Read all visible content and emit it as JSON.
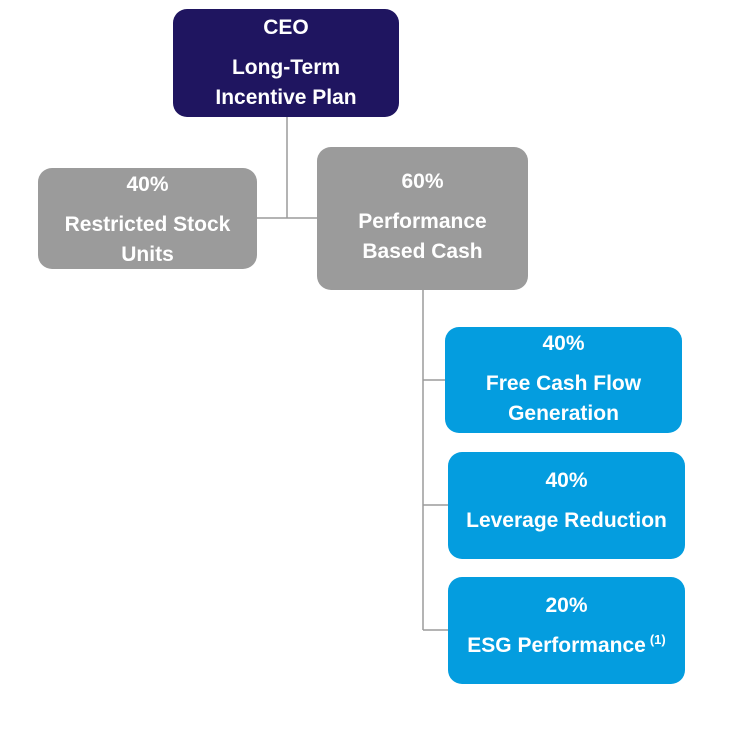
{
  "colors": {
    "ceo_box": "#1f1560",
    "gray_box": "#9b9b9b",
    "blue_box": "#049ddf",
    "connector": "#9b9b9b"
  },
  "nodes": {
    "ceo": {
      "line1": "CEO",
      "line2": "Long-Term",
      "line3": "Incentive Plan"
    },
    "rsu": {
      "percent": "40%",
      "line1": "Restricted Stock",
      "line2": "Units"
    },
    "pbc": {
      "percent": "60%",
      "line1": "Performance",
      "line2": "Based Cash"
    },
    "fcf": {
      "percent": "40%",
      "line1": "Free Cash Flow",
      "line2": "Generation"
    },
    "leverage": {
      "percent": "40%",
      "line1": "Leverage Reduction"
    },
    "esg": {
      "percent": "20%",
      "line1": "ESG Performance",
      "footnote": "(1)"
    }
  }
}
